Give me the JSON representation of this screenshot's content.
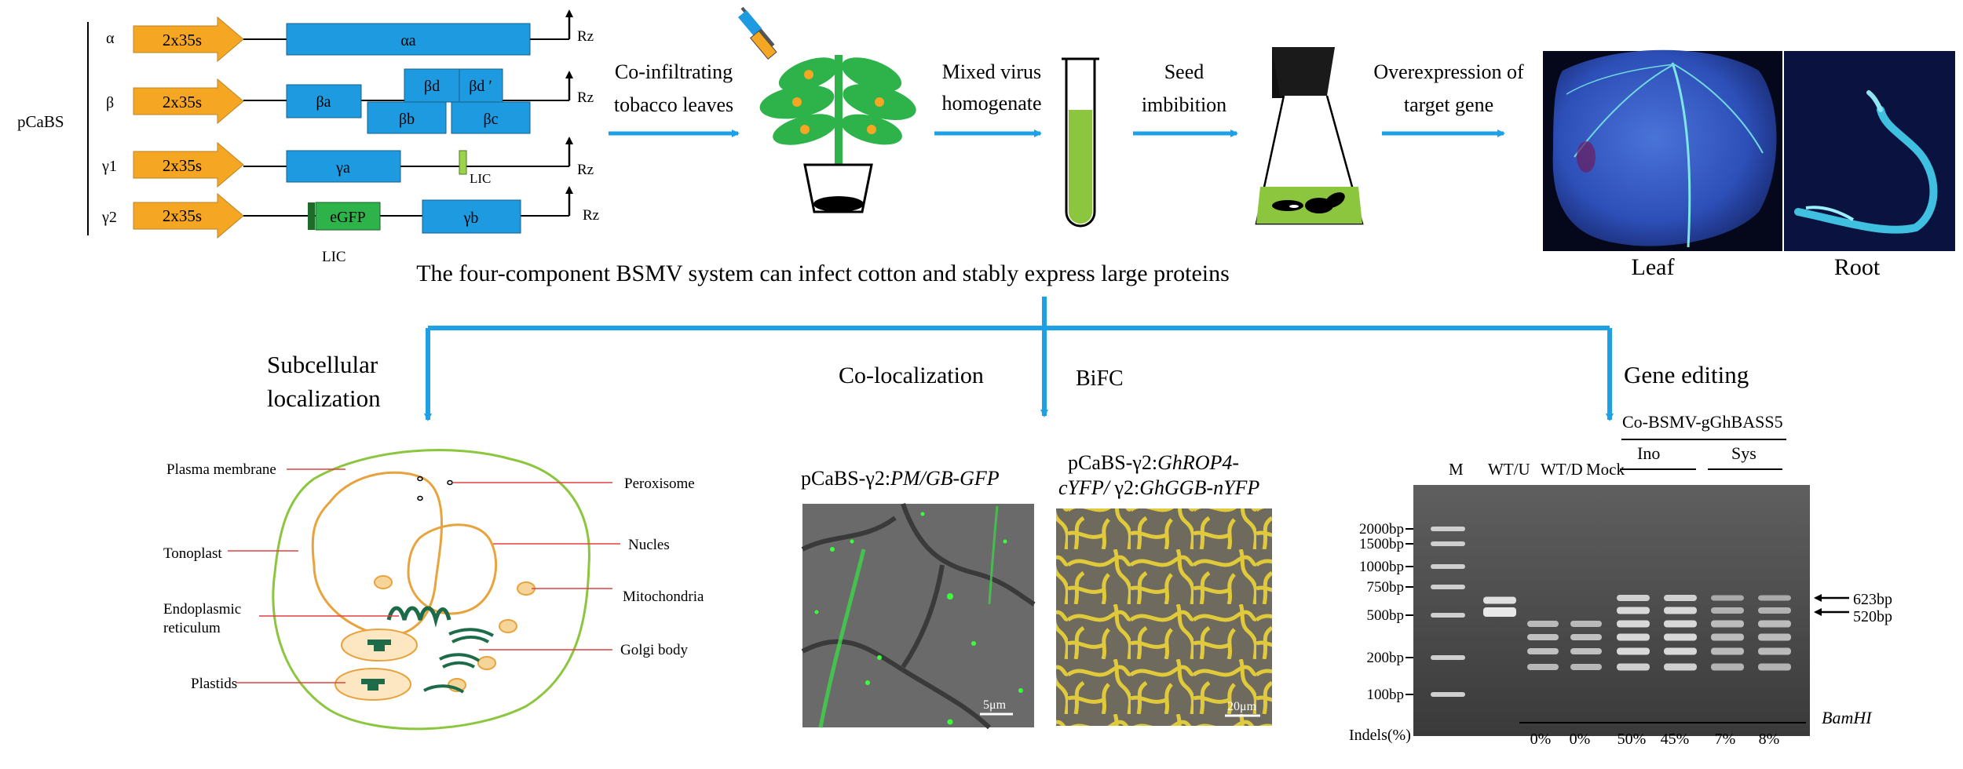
{
  "construct": {
    "name": "pCaBS",
    "promoter": "2x35s",
    "terminator": "Rz",
    "lic": "LIC",
    "rows": [
      {
        "label": "α",
        "genes": [
          "αa"
        ]
      },
      {
        "label": "β",
        "genes": [
          "βa",
          "βd",
          "βd ʹ",
          "βb",
          "βc"
        ]
      },
      {
        "label": "γ1",
        "genes": [
          "γa"
        ]
      },
      {
        "label": "γ2",
        "genes": [
          "eGFP",
          "γb"
        ]
      }
    ]
  },
  "workflow": {
    "steps": [
      "Co-infiltrating tobacco leaves",
      "Mixed virus homogenate",
      "Seed imbibition",
      "Overexpression of target gene"
    ],
    "image_labels": [
      "Leaf",
      "Root"
    ]
  },
  "summary": "The four-component BSMV system can infect cotton and stably express large proteins",
  "branches": {
    "subcellular": "Subcellular localization",
    "coloc": "Co-localization",
    "bifc": "BiFC",
    "gene_editing": "Gene editing"
  },
  "cell": {
    "labels": [
      "Plasma membrane",
      "Peroxisome",
      "Tonoplast",
      "Nucles",
      "Mitochondria",
      "Endoplasmic reticulum",
      "Golgi body",
      "Plastids"
    ]
  },
  "micro": {
    "left_caption_prefix": "pCaBS-γ2:",
    "left_caption_italic": "PM/GB-GFP",
    "left_scale": "5μm",
    "right_caption_prefix": "pCaBS-γ2:",
    "right_caption_italic": "GhROP4-cYFP/",
    "right_caption_mid": " γ2:",
    "right_caption_italic2": "GhGGB-nYFP",
    "right_scale": "20μm"
  },
  "gel": {
    "group_title": "Co-BSMV-gGhBASS5",
    "groups": [
      "Ino",
      "Sys"
    ],
    "lanes": [
      "M",
      "WT/U",
      "WT/D",
      "Mock"
    ],
    "ladder": [
      "2000bp",
      "1500bp",
      "1000bp",
      "750bp",
      "500bp",
      "200bp",
      "100bp"
    ],
    "band_labels": [
      "623bp",
      "520bp"
    ],
    "indels_label": "Indels(%)",
    "indels": [
      "0%",
      "0%",
      "50%",
      "45%",
      "7%",
      "8%"
    ],
    "enzyme": "BamHI"
  },
  "colors": {
    "promoter": "#F5A623",
    "gene_box": "#1E9BE0",
    "egfp": "#2DB34A",
    "arrow": "#1EA0E6",
    "membrane": "#8CC63F",
    "organelle": "#E8A33C",
    "dark_green": "#1E6B4A"
  }
}
